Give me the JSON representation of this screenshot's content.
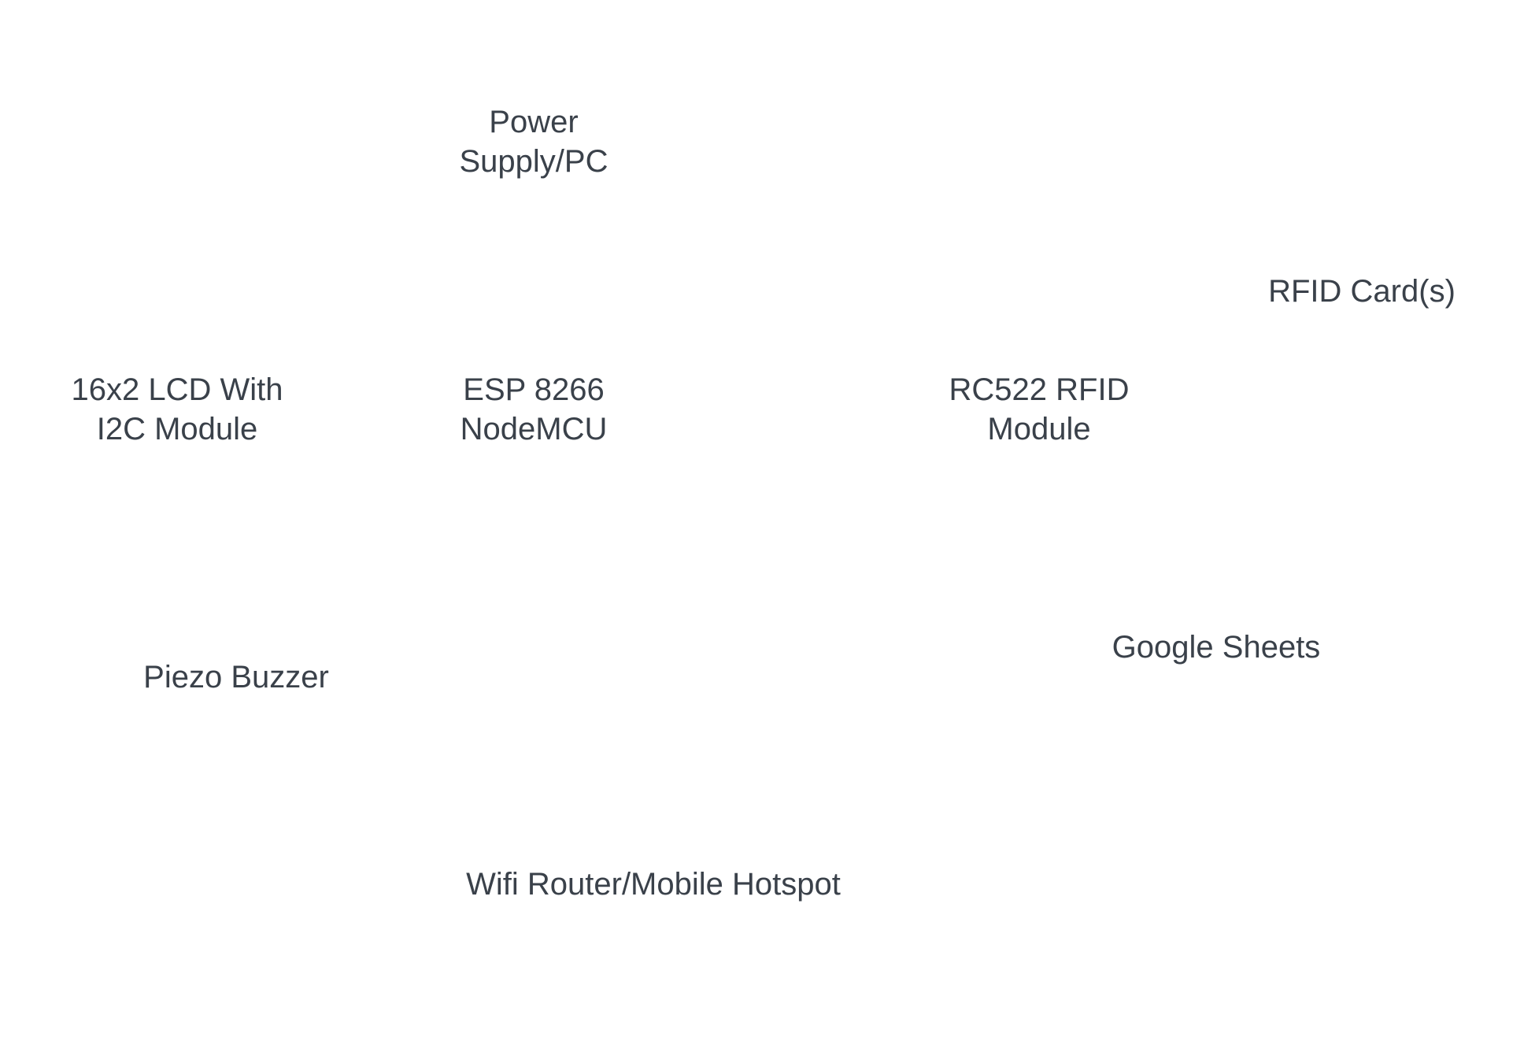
{
  "diagram": {
    "nodes": {
      "power_supply": {
        "line1": "Power",
        "line2": "Supply/PC"
      },
      "rfid_cards": {
        "line1": "RFID Card(s)"
      },
      "lcd": {
        "line1": "16x2 LCD With",
        "line2": "I2C Module"
      },
      "esp": {
        "line1": "ESP 8266",
        "line2": "NodeMCU"
      },
      "rc522": {
        "line1": "RC522 RFID",
        "line2": "Module"
      },
      "google_sheets": {
        "line1": "Google Sheets"
      },
      "piezo_buzzer": {
        "line1": "Piezo Buzzer"
      },
      "wifi": {
        "line1": "Wifi Router/Mobile Hotspot"
      }
    },
    "text_color": "#3a414a",
    "background_color": "#ffffff"
  }
}
